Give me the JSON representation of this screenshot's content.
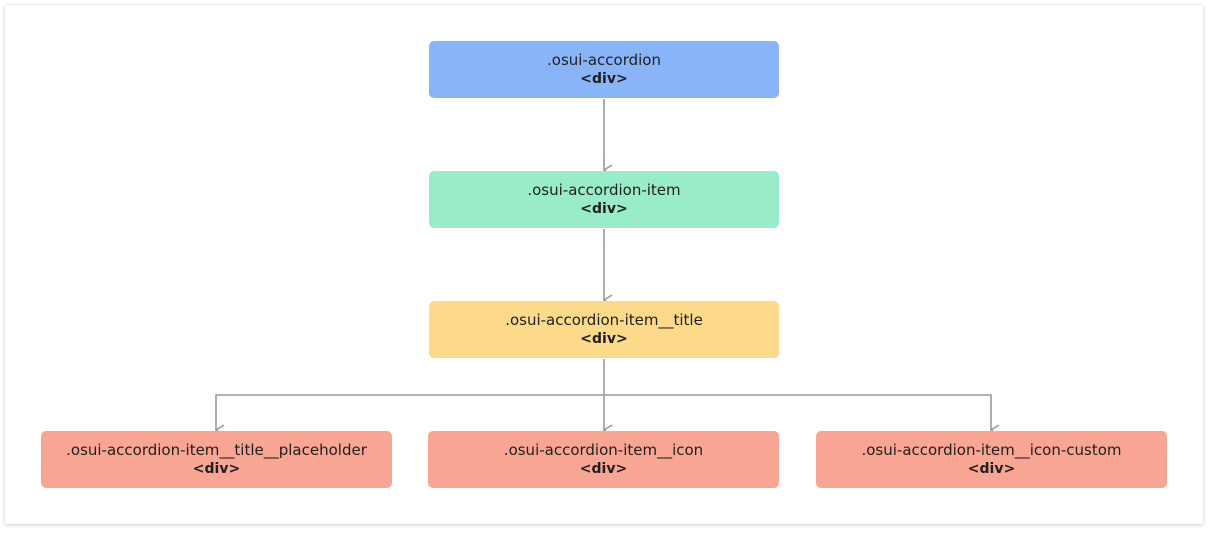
{
  "colors": {
    "root": "#8ab4f8",
    "item": "#98ecc8",
    "title": "#fdd98a",
    "child": "#f9a593",
    "connector": "#9a9a9a"
  },
  "nodes": {
    "accordion": {
      "class_name": ".osui-accordion",
      "tag": "<div>"
    },
    "accordion_item": {
      "class_name": ".osui-accordion-item",
      "tag": "<div>"
    },
    "accordion_item_title": {
      "class_name": ".osui-accordion-item__title",
      "tag": "<div>"
    },
    "title_placeholder": {
      "class_name": ".osui-accordion-item__title__placeholder",
      "tag": "<div>"
    },
    "item_icon": {
      "class_name": ".osui-accordion-item__icon",
      "tag": "<div>"
    },
    "item_icon_custom": {
      "class_name": ".osui-accordion-item__icon-custom",
      "tag": "<div>"
    }
  }
}
